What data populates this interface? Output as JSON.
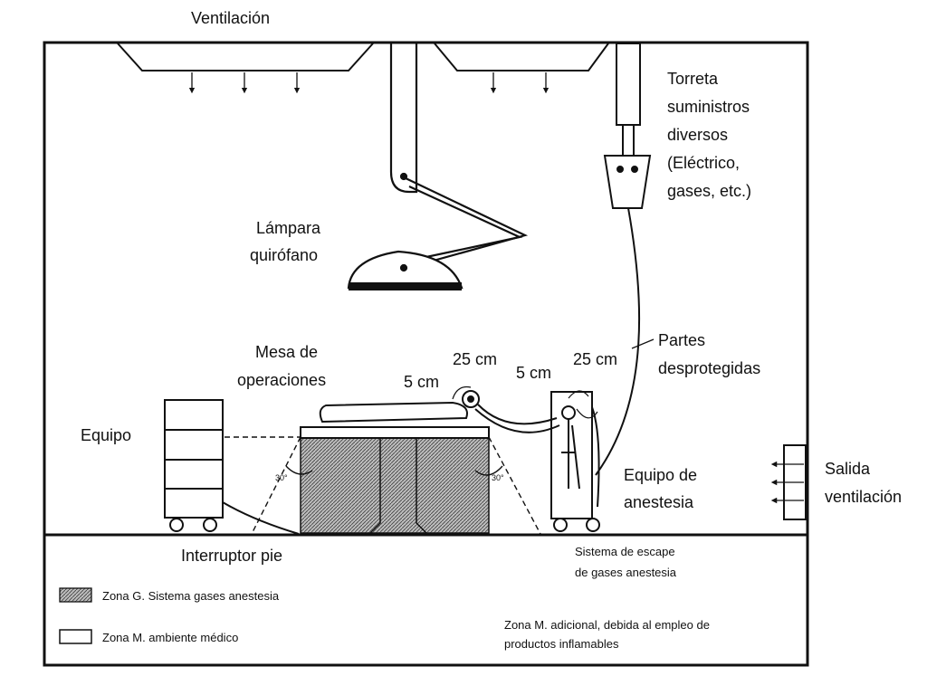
{
  "labels": {
    "ventilation": "Ventilación",
    "turret": [
      "Torreta",
      "suministros",
      "diversos",
      "(Eléctrico,",
      "gases, etc.)"
    ],
    "lamp": [
      "Lámpara",
      "quirófano"
    ],
    "table": [
      "Mesa de",
      "operaciones"
    ],
    "dist_25_left": "25 cm",
    "dist_5_left": "5 cm",
    "dist_5_right": "5 cm",
    "dist_25_right": "25 cm",
    "unprotected": [
      "Partes",
      "desprotegidas"
    ],
    "equipment": "Equipo",
    "anesthesia_equipment": [
      "Equipo de",
      "anestesia"
    ],
    "vent_outlet": [
      "Salida",
      "ventilación"
    ],
    "foot_switch": "Interruptor pie",
    "exhaust": [
      "Sistema de escape",
      "de gases anestesia"
    ],
    "angle_left": "30°",
    "angle_right": "30°"
  },
  "legend": {
    "zone_g": "Zona G. Sistema gases anestesia",
    "zone_m": "Zona M. ambiente médico",
    "zone_m_extra": [
      "Zona M. adicional, debida al empleo de",
      "productos inflamables"
    ]
  },
  "colors": {
    "ink": "#111111",
    "background": "#ffffff",
    "hatch": "#555555"
  }
}
